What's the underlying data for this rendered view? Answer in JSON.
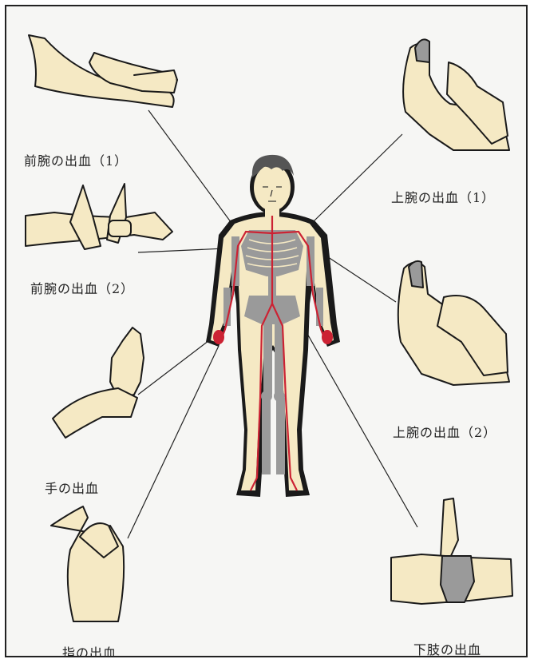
{
  "labels": {
    "forearm_1": "前腕の出血（1）",
    "forearm_2": "前腕の出血（2）",
    "hand": "手の出血",
    "finger": "指の出血",
    "upper_arm_1": "上腕の出血（1）",
    "upper_arm_2": "上腕の出血（2）",
    "lower_limb": "下肢の出血"
  },
  "colors": {
    "skin": "#f5e9c4",
    "bone": "#9a9a9a",
    "artery": "#cc2233",
    "outline": "#1a1a1a",
    "background": "#f6f6f4"
  }
}
